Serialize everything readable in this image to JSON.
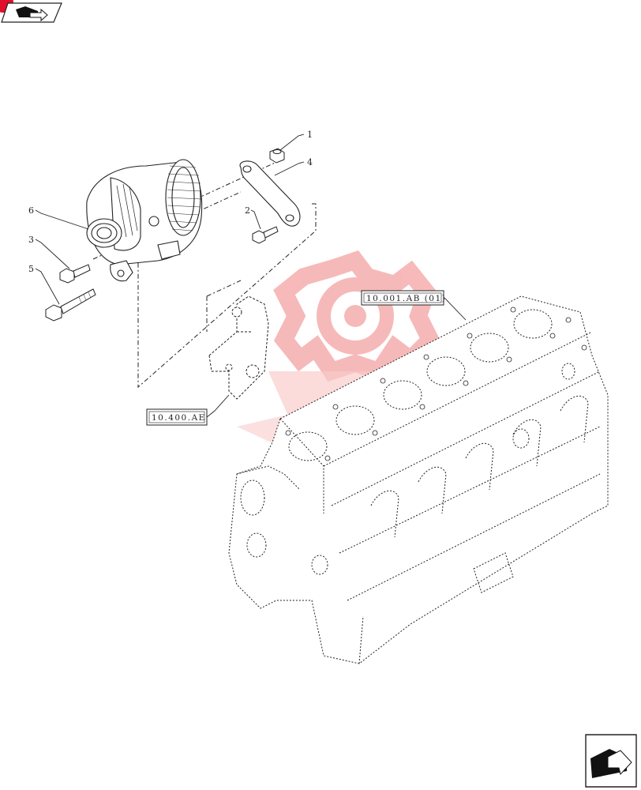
{
  "callouts": {
    "c1": "1",
    "c2": "2",
    "c3": "3",
    "c4": "4",
    "c5": "5",
    "c6": "6"
  },
  "references": {
    "engine_block": "10.001.AB (01)",
    "bracket": "10.400.AE"
  },
  "icons": {
    "top_nav": "book-arrow-icon",
    "bottom_nav": "next-page-arrow-icon",
    "watermark": "gear-watermark-icon"
  },
  "colors": {
    "line": "#222222",
    "watermark": "#e8222a",
    "badge": "#e0102a"
  }
}
